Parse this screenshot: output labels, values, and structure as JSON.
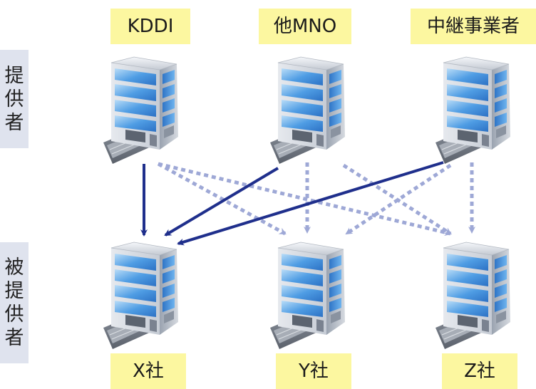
{
  "providers": {
    "heading": [
      "提",
      "供",
      "者"
    ],
    "items": [
      "KDDI",
      "他MNO",
      "中継事業者"
    ]
  },
  "recipients": {
    "heading": [
      "被",
      "提",
      "供",
      "者"
    ],
    "items": [
      "X社",
      "Y社",
      "Z社"
    ]
  },
  "colors": {
    "solid_arrow": "#1f2f8c",
    "dotted_arrow": "#9ea8d6",
    "label_bg": "#fcf7a0",
    "side_bg": "#dfe3ee"
  }
}
